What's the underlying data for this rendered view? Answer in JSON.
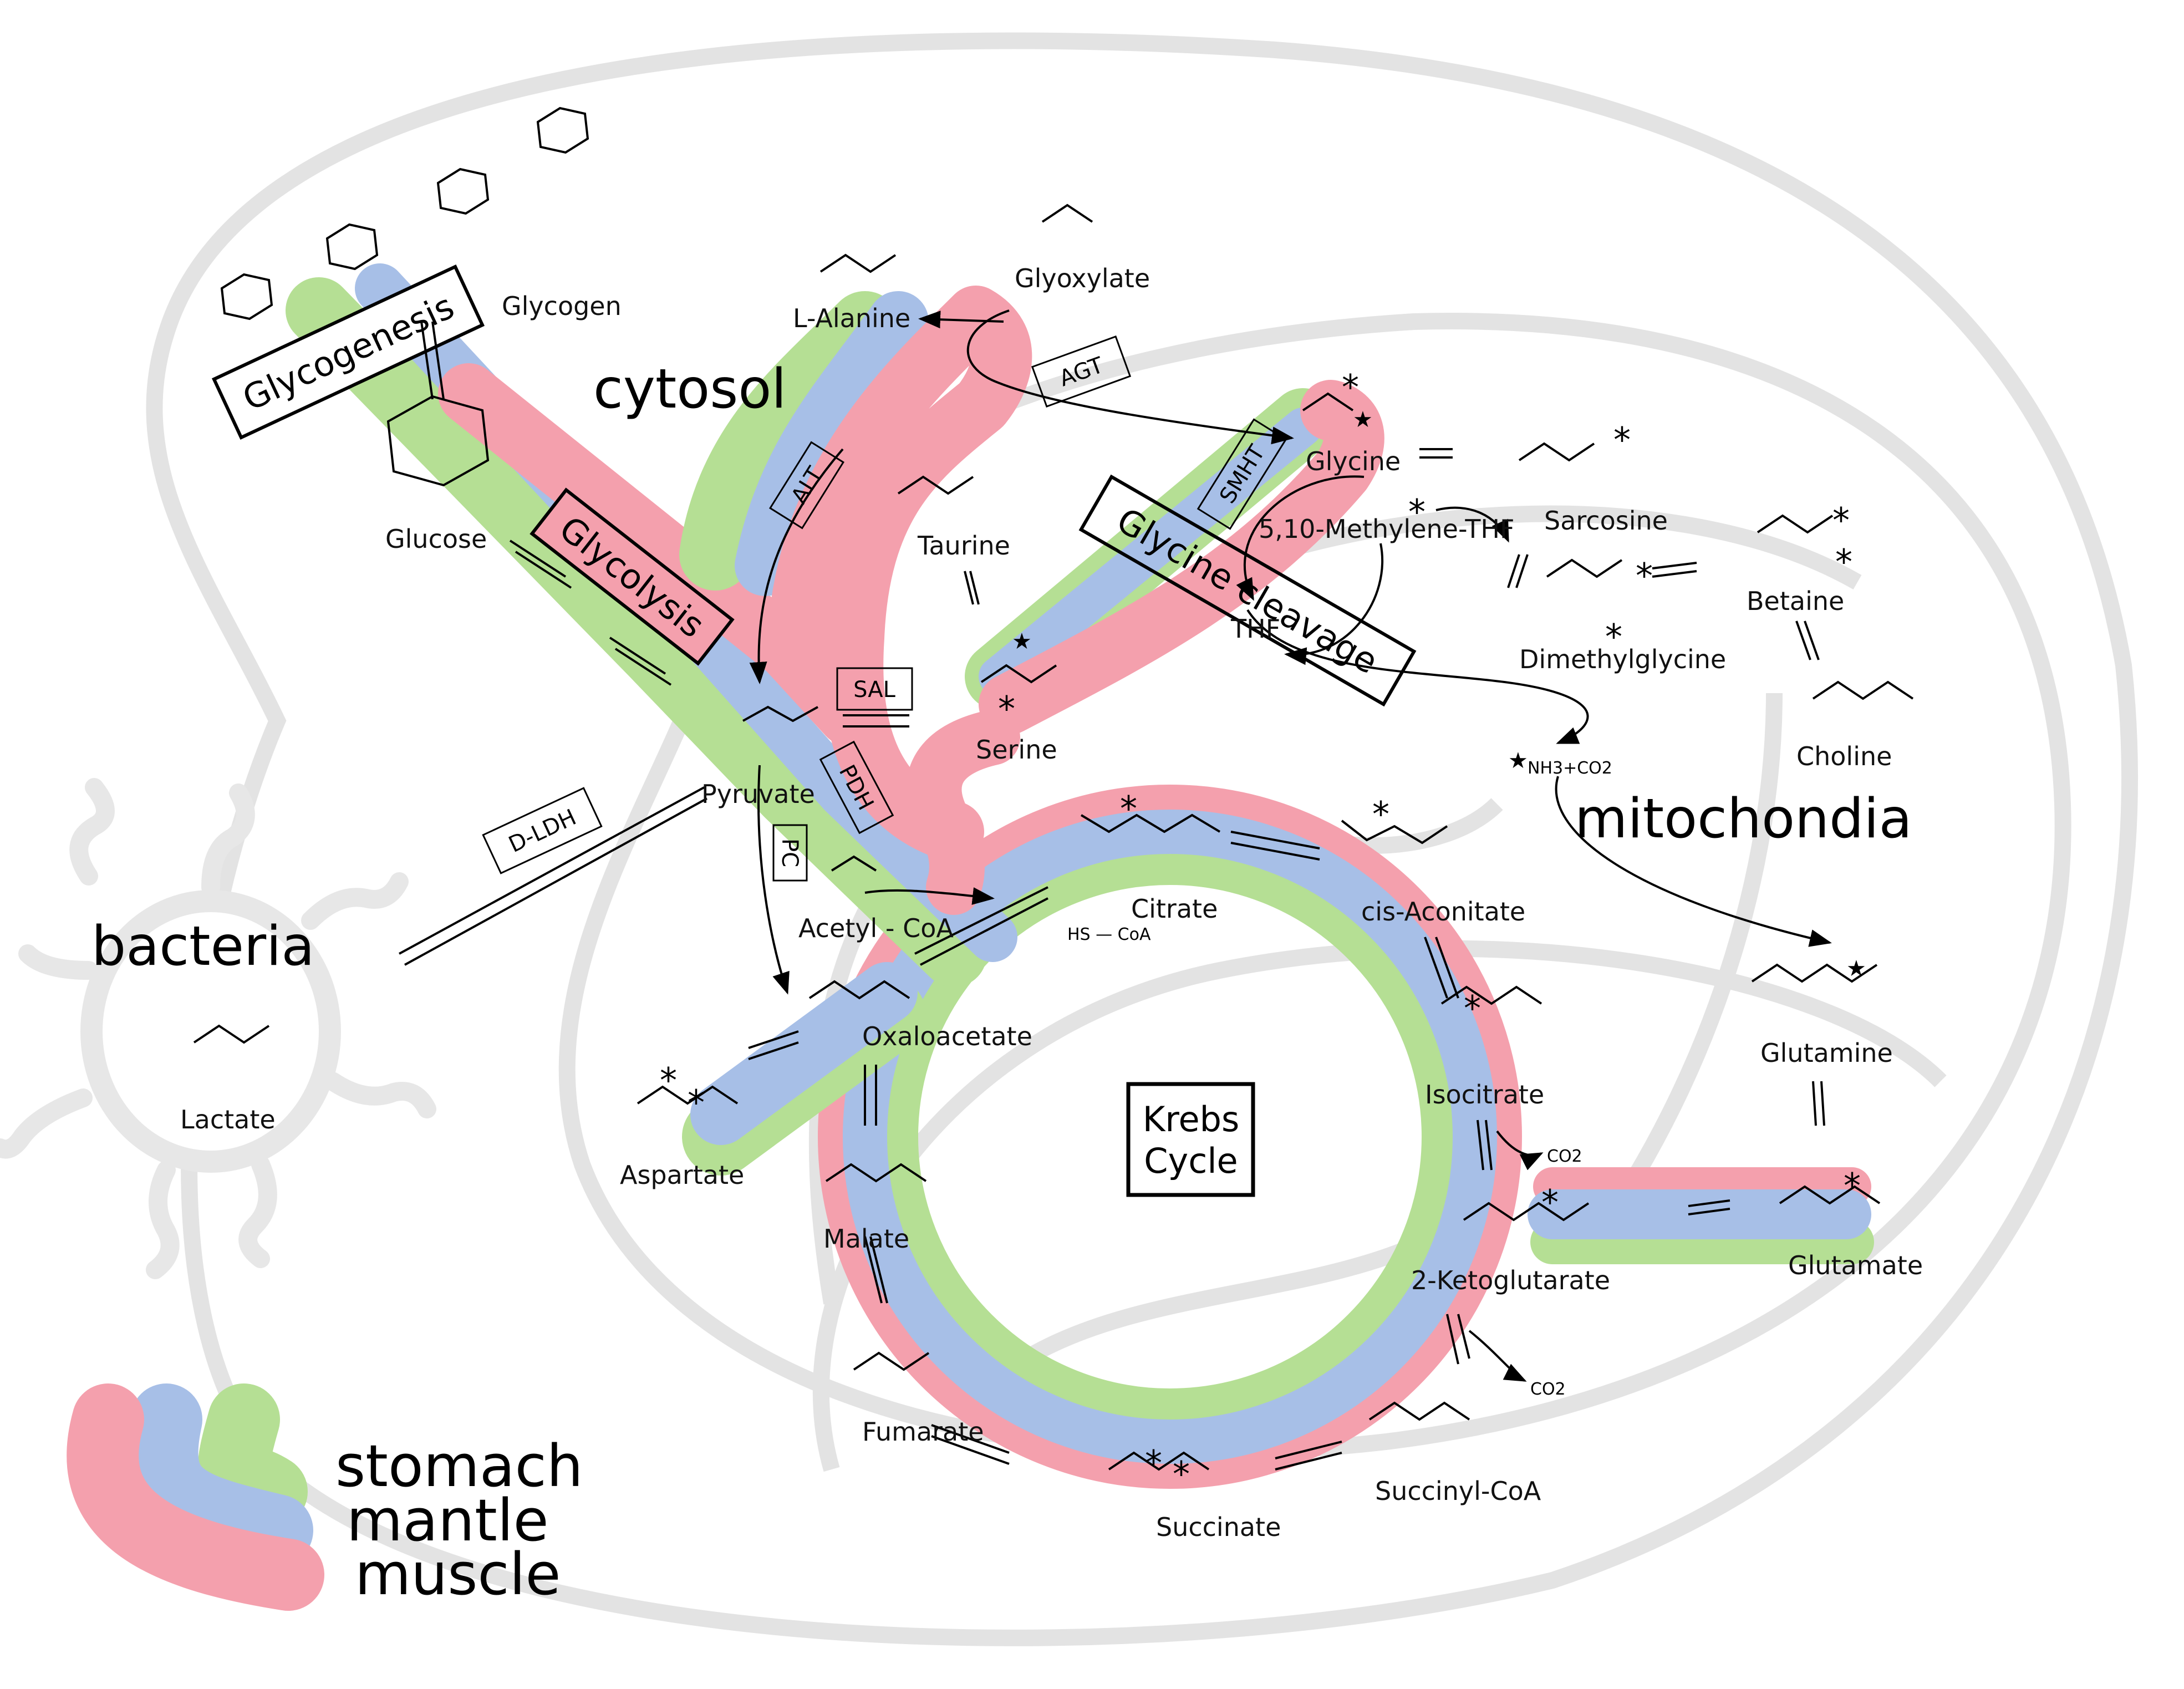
{
  "compartments": {
    "cytosol": "cytosol",
    "mitochondria": "mitochondia",
    "bacteria": "bacteria"
  },
  "pathways": {
    "glycogenesis": "Glycogenesis",
    "glycolysis": "Glycolysis",
    "glycine_cleavage": "Glycine cleavage",
    "krebs_line1": "Krebs",
    "krebs_line2": "Cycle"
  },
  "enzymes": {
    "alt": "ALT",
    "agt": "AGT",
    "smht": "SMHT",
    "sal": "SAL",
    "pdh": "PDH",
    "pc": "PC",
    "dldh": "D-LDH"
  },
  "metabolites": {
    "glycogen": "Glycogen",
    "glucose": "Glucose",
    "l_alanine": "L-Alanine",
    "glyoxylate": "Glyoxylate",
    "glycine": "Glycine",
    "sarcosine": "Sarcosine",
    "methylene_thf": "5,10-Methylene-THF",
    "thf": "THF",
    "betaine": "Betaine",
    "dimethylglycine": "Dimethylglycine",
    "choline": "Choline",
    "taurine": "Taurine",
    "serine": "Serine",
    "pyruvate": "Pyruvate",
    "acetyl_coa": "Acetyl - CoA",
    "citrate": "Citrate",
    "cis_aconitate": "cis-Aconitate",
    "isocitrate": "Isocitrate",
    "ketoglutarate": "2-Ketoglutarate",
    "succinyl_coa": "Succinyl-CoA",
    "succinate": "Succinate",
    "fumarate": "Fumarate",
    "malate": "Malate",
    "oxaloacetate": "Oxaloacetate",
    "aspartate": "Aspartate",
    "glutamate": "Glutamate",
    "glutamine": "Glutamine",
    "lactate": "Lactate",
    "nh3_co2": "NH3+CO2",
    "co2": "CO2",
    "hs_coa": "HS — CoA"
  },
  "legend": {
    "items": [
      "stomach",
      "mantle",
      "muscle"
    ],
    "colors": {
      "stomach": "#b5df94",
      "mantle": "#a7bfe7",
      "muscle": "#f4a0ad"
    }
  },
  "colors": {
    "green_band": "#b5df94",
    "blue_band": "#a7bfe7",
    "pink_band": "#f4a0ad",
    "organelle_outline": "#e3e3e3",
    "bacteria_fill": "#e7e7e7"
  }
}
